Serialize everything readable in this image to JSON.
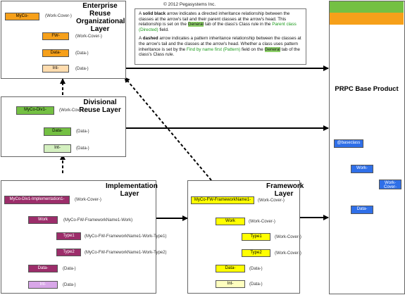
{
  "copyright": "© 2012 Pegasystems Inc.",
  "note": {
    "p1_a": "A ",
    "p1_b": "solid black",
    "p1_c": " arrow indicates a directed inheritance relationship between the classes at the arrow's tail and their parent classes at the arrow's head. This relationship is set on the ",
    "p1_d": "General",
    "p1_e": " tab of the class's Class rule in the ",
    "p1_f": "Parent class (Directed)",
    "p1_g": " field.",
    "p2_a": "A ",
    "p2_b": "dashed",
    "p2_c": " arrow indicates a pattern inheritance relationship between the classes at the arrow's tail and the classes at the arrow's head. Whether a class uses pattern inheritance is set by the ",
    "p2_d": "Find by name first (Pattern)",
    "p2_e": " field on the ",
    "p2_f": "General",
    "p2_g": " tab of the class's Class rule."
  },
  "enterprise": {
    "title": "Enterprise Reuse Organizational Layer",
    "root": {
      "label": "MyCo-",
      "type": "(Work-Cover-)"
    },
    "children": [
      {
        "label": "FW-",
        "type": "(Work-Cover-)"
      },
      {
        "label": "Data-",
        "type": "(Data-)"
      },
      {
        "label": "Int-",
        "type": "(Data-)"
      }
    ]
  },
  "divisional": {
    "title": "Divisional Reuse Layer",
    "root": {
      "label": "MyCo-Div1-",
      "type": "(Work-Cover-)"
    },
    "children": [
      {
        "label": "Data-",
        "type": "(Data-)"
      },
      {
        "label": "Int-",
        "type": "(Data-)"
      }
    ]
  },
  "implementation": {
    "title": "Implementation Layer",
    "root": {
      "label": "MyCo-Div1-Implementation1-",
      "type": "(Work-Cover-)"
    },
    "work": {
      "label": "Work",
      "type": "(MyCo-FW-FrameworkName1-Work)"
    },
    "type1": {
      "label": "Type1",
      "type": "(MyCo-FW-FrameworkName1-Work-Type1)"
    },
    "type2": {
      "label": "Type2",
      "type": "(MyCo-FW-FrameworkName1-Work-Type2)"
    },
    "data": {
      "label": "Data-",
      "type": "(Data-)"
    },
    "int": {
      "label": "Int-",
      "type": "(Data-)"
    }
  },
  "framework": {
    "title": "Framework Layer",
    "root": {
      "label": "MyCo-FW-FrameworkName1-",
      "type": "(Work-Cover-)"
    },
    "work": {
      "label": "Work",
      "type": "(Work-Cover-)"
    },
    "type1": {
      "label": "Type1",
      "type": "(Work-Cover-)"
    },
    "type2": {
      "label": "Type2",
      "type": "(Work-Cover-)"
    },
    "data": {
      "label": "Data-",
      "type": "(Data-)"
    },
    "int": {
      "label": "Int-",
      "type": "(Data-)"
    }
  },
  "prpc": {
    "title": "PRPC Base Product",
    "root": {
      "label": "@baseclass"
    },
    "work": {
      "label": "Work-"
    },
    "workcover": {
      "label": "Work-Cover-"
    },
    "data": {
      "label": "Data-"
    }
  },
  "colors": {
    "orange": "#f6a01a",
    "green": "#74c043",
    "maroon": "#9c2d6a",
    "yellow": "#ffff00",
    "blue": "#2f6fe8"
  }
}
